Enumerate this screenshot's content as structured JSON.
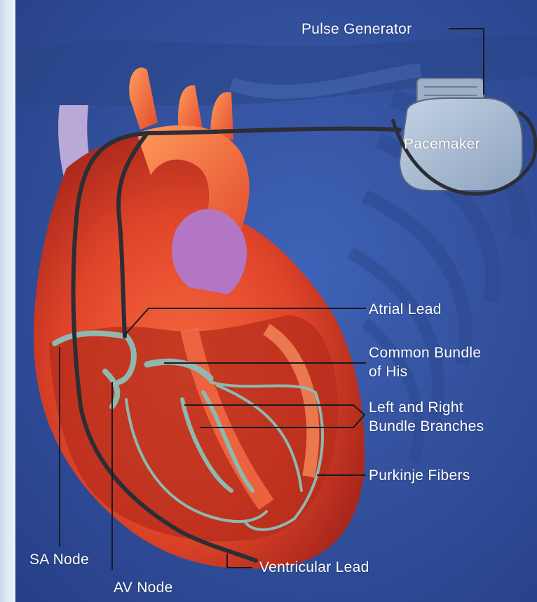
{
  "labels": {
    "pulse_generator": "Pulse Generator",
    "pacemaker": "Pacemaker",
    "atrial_lead": "Atrial Lead",
    "common_bundle_line1": "Common Bundle",
    "common_bundle_line2": "of His",
    "bundle_branches_line1": "Left and Right",
    "bundle_branches_line2": "Bundle Branches",
    "purkinje_fibers": "Purkinje Fibers",
    "sa_node": "SA Node",
    "av_node": "AV Node",
    "ventricular_lead": "Ventricular Lead"
  },
  "colors": {
    "background": "#34529f",
    "heart": "#e0452a",
    "heart_light": "#f47a4e",
    "conduction": "#8fb8ae",
    "lead_wire": "#2d2d35",
    "device": "#a9bcd2",
    "label_text": "#ffffff"
  }
}
